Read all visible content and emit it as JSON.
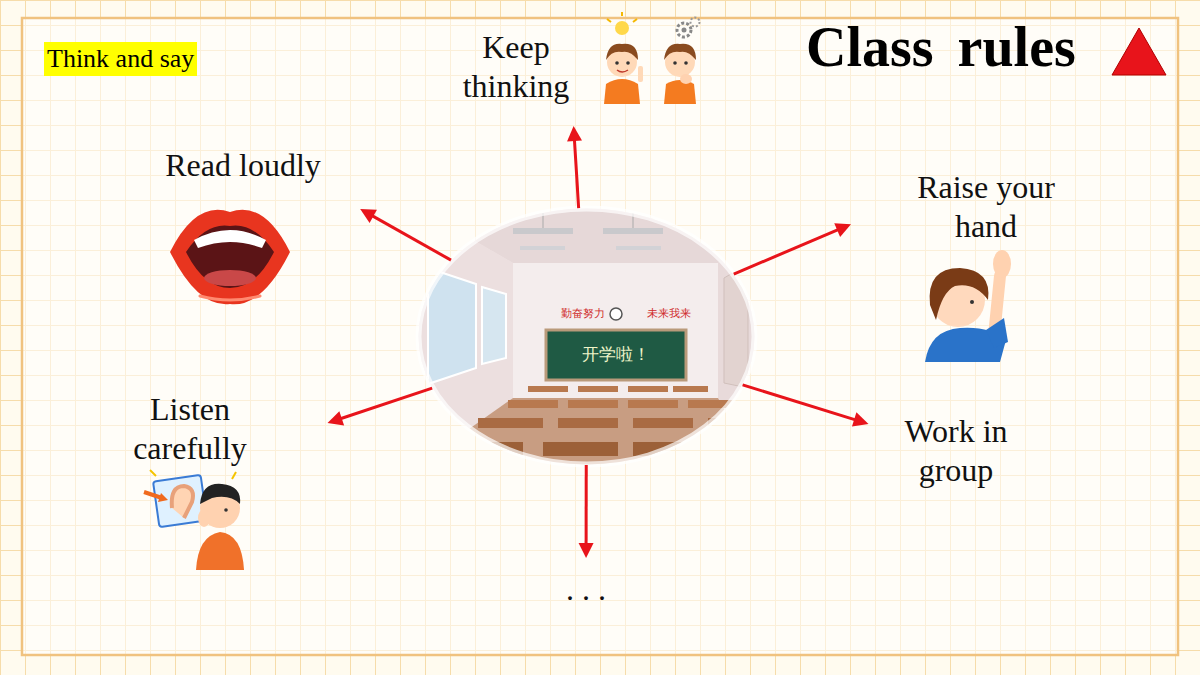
{
  "diagram": {
    "title": "Class rules",
    "nodes": [
      {
        "text": [
          "Keep thinking"
        ]
      },
      {
        "text": [
          "Read loudly"
        ]
      },
      {
        "text": [
          "Raise your hand"
        ]
      },
      {
        "text": [
          "勤奋努力",
          "未来我来",
          "开学啦！"
        ]
      },
      {
        "text": [
          "Listen carefully"
        ]
      },
      {
        "text": [
          "Work in group"
        ]
      },
      {
        "text": [
          ". . ."
        ]
      }
    ],
    "edges": [
      {
        "from": 3,
        "to": 0,
        "arrow": "to"
      },
      {
        "from": 3,
        "to": 1,
        "arrow": "to"
      },
      {
        "from": 3,
        "to": 2,
        "arrow": "to"
      },
      {
        "from": 3,
        "to": 4,
        "arrow": "to"
      },
      {
        "from": 3,
        "to": 5,
        "arrow": "to"
      },
      {
        "from": 3,
        "to": 6,
        "arrow": "to"
      }
    ],
    "labels": [
      "Think and say"
    ]
  }
}
